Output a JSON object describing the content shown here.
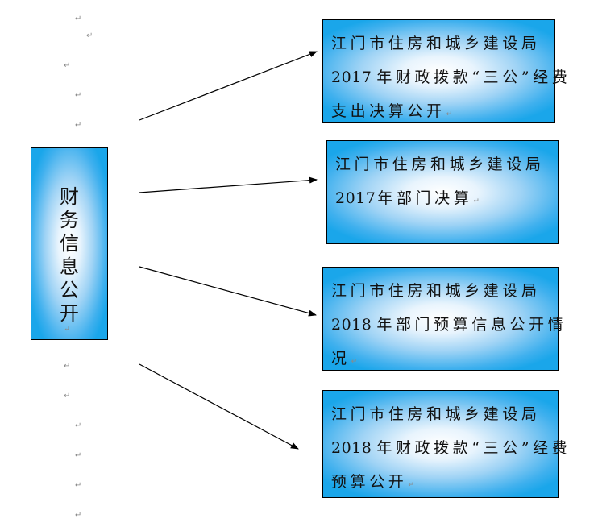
{
  "paragraph_mark": "↵",
  "left_box": {
    "characters": [
      "财",
      "务",
      "信",
      "息",
      "公",
      "开"
    ],
    "label": "财务信息公开"
  },
  "target_boxes": [
    {
      "lines": [
        "江门市住房和城乡建设局",
        "2017 年财政拨款“三公”经费",
        "支出决算公开"
      ],
      "num": "2017",
      "line2_rest": "年财政拨款“三公”经费"
    },
    {
      "lines": [
        "江门市住房和城乡建设局",
        "2017 年部门决算"
      ],
      "num": "2017",
      "line2_rest": "年部门决算"
    },
    {
      "lines": [
        "江门市住房和城乡建设局",
        "2018 年部门预算信息公开情",
        "况"
      ],
      "num": "2018",
      "line2_rest": "年部门预算信息公开情"
    },
    {
      "lines": [
        "江门市住房和城乡建设局",
        "2018 年财政拨款“三公”经费",
        "预算公开"
      ],
      "num": "2018",
      "line2_rest": "年财政拨款“三公”经费"
    }
  ],
  "colors": {
    "box_edge": "#1aa6ea",
    "box_center": "#ffffff",
    "border": "#000000",
    "arrow": "#000000",
    "paragraph_mark": "#8a8a8a"
  }
}
